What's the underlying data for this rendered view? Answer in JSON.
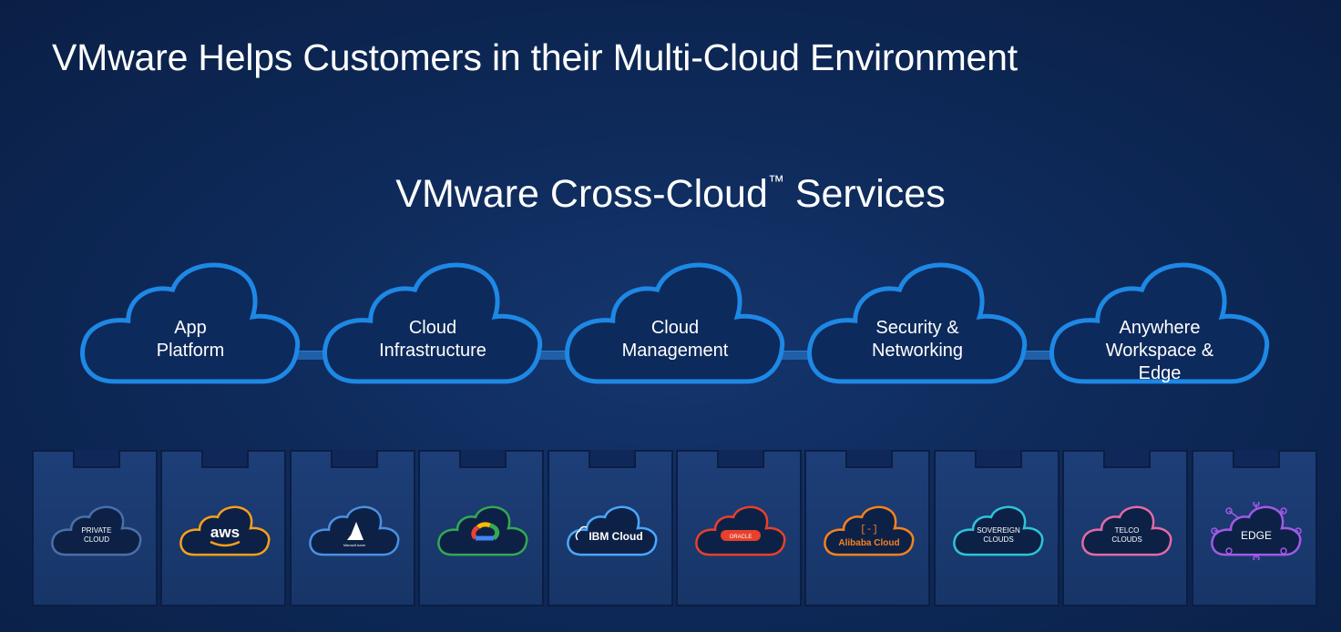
{
  "slide": {
    "title": "VMware Helps Customers in their Multi-Cloud Environment",
    "heading": "VMware Cross-Cloud",
    "heading_mark": "™",
    "heading_suffix": " Services"
  },
  "colors": {
    "background": "#0e2a5a",
    "service_cloud_stroke": "#1e88e5",
    "service_cloud_fill": "#0d2a5c",
    "connector": "#1f5fa8"
  },
  "services": [
    {
      "line1": "App",
      "line2": "Platform"
    },
    {
      "line1": "Cloud",
      "line2": "Infrastructure"
    },
    {
      "line1": "Cloud",
      "line2": "Management"
    },
    {
      "line1": "Security &",
      "line2": "Networking"
    },
    {
      "line1": "Anywhere",
      "line2": "Workspace & Edge"
    }
  ],
  "providers": [
    {
      "name": "private-cloud",
      "line1": "PRIVATE",
      "line2": "CLOUD",
      "stroke": "#4a6fa8",
      "icon": "text"
    },
    {
      "name": "aws",
      "line1": "aws",
      "line2": "",
      "stroke": "#f7a11a",
      "icon": "aws-logo"
    },
    {
      "name": "azure",
      "line1": "Microsoft Azure",
      "line2": "",
      "stroke": "#4a90e2",
      "icon": "azure-logo"
    },
    {
      "name": "google-cloud",
      "line1": "",
      "line2": "",
      "stroke": "#34a853",
      "icon": "google-cloud-logo"
    },
    {
      "name": "ibm-cloud",
      "line1": "IBM Cloud",
      "line2": "",
      "stroke": "#4aa8ff",
      "icon": "ibm-cloud-logo"
    },
    {
      "name": "oracle",
      "line1": "ORACLE",
      "line2": "",
      "stroke": "#e8402b",
      "icon": "oracle-logo"
    },
    {
      "name": "alibaba-cloud",
      "line1": "Alibaba Cloud",
      "line2": "",
      "stroke": "#f58220",
      "icon": "alibaba-logo"
    },
    {
      "name": "sovereign-clouds",
      "line1": "SOVEREIGN",
      "line2": "CLOUDS",
      "stroke": "#2ec4d6",
      "icon": "text"
    },
    {
      "name": "telco-clouds",
      "line1": "TELCO",
      "line2": "CLOUDS",
      "stroke": "#e36aa6",
      "icon": "text"
    },
    {
      "name": "edge",
      "line1": "EDGE",
      "line2": "",
      "stroke": "#a259e6",
      "icon": "edge-network"
    }
  ]
}
